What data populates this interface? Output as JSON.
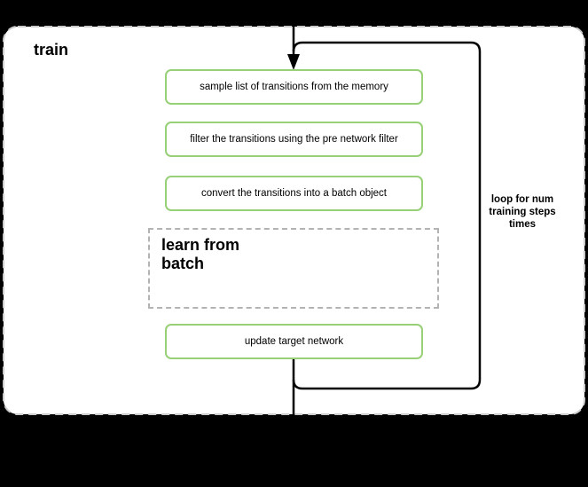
{
  "diagram": {
    "container": {
      "label": "train"
    },
    "steps": [
      {
        "label": "sample list of transitions from the memory"
      },
      {
        "label": "filter the transitions using the pre network filter"
      },
      {
        "label": "convert the transitions into a batch object"
      }
    ],
    "subprocess": {
      "lines": [
        "learn from",
        "batch"
      ]
    },
    "final_step": {
      "label": "update target network"
    },
    "loop_annotation": {
      "lines": [
        "loop for num",
        "training steps",
        "times"
      ]
    },
    "colors": {
      "canvas_background": "#000000",
      "container_background": "#ffffff",
      "container_border": "#cccccc",
      "step_border": "#97d077",
      "subprocess_border": "#b3b3b3",
      "line_color": "#000000"
    }
  }
}
